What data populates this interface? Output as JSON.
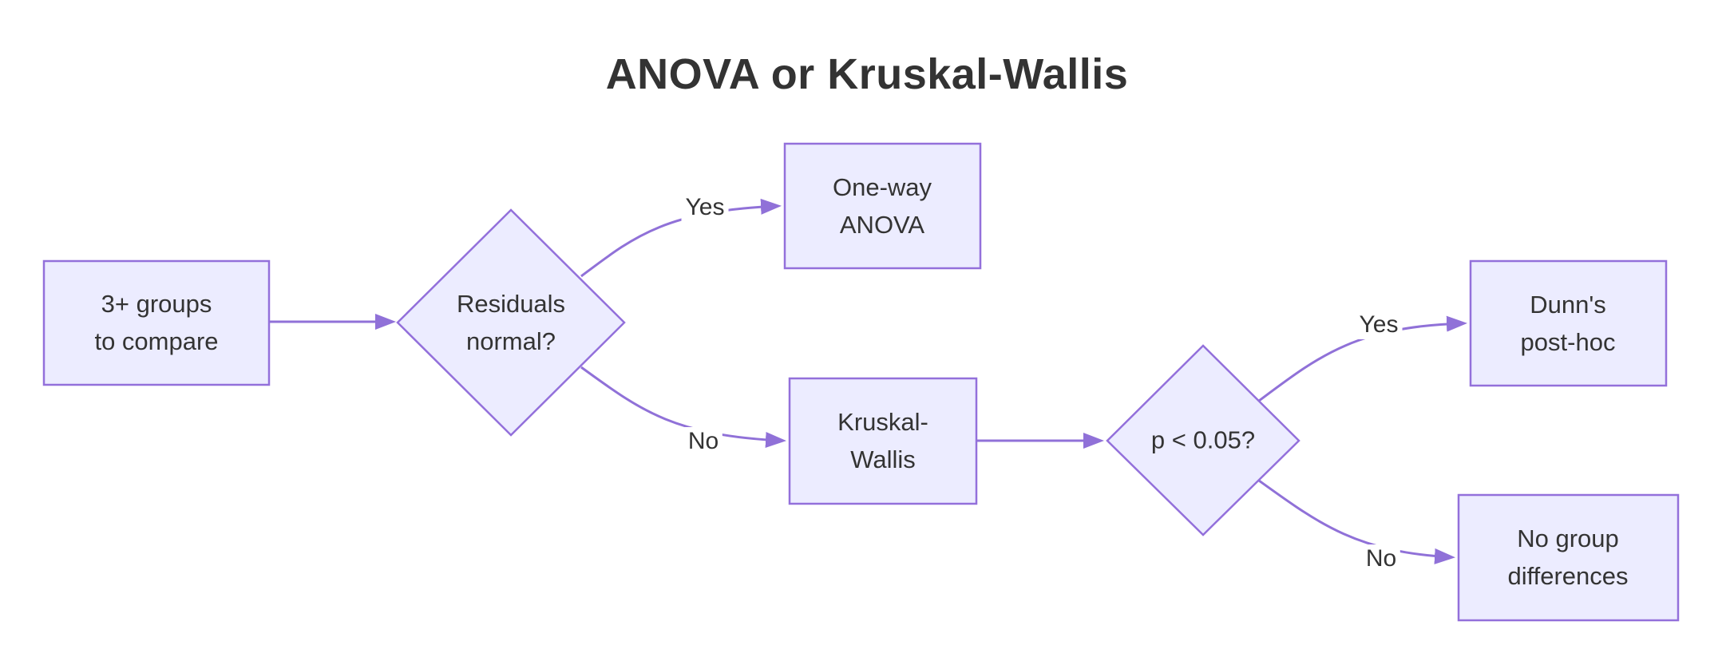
{
  "title": "ANOVA or Kruskal-Wallis",
  "colors": {
    "node_fill": "#ECECFF",
    "node_border": "#9370DB",
    "edge_line": "#9071D8",
    "text": "#333333",
    "background": "#FFFFFF"
  },
  "nodes": {
    "start": {
      "shape": "rect",
      "lines": [
        "3+ groups",
        "to compare"
      ]
    },
    "residuals_normal": {
      "shape": "diamond",
      "lines": [
        "Residuals",
        "normal?"
      ]
    },
    "one_way_anova": {
      "shape": "rect",
      "lines": [
        "One-way",
        "ANOVA"
      ]
    },
    "kruskal_wallis": {
      "shape": "rect",
      "lines": [
        "Kruskal-",
        "Wallis"
      ]
    },
    "p_lt_005": {
      "shape": "diamond",
      "lines": [
        "p < 0.05?"
      ]
    },
    "dunns_posthoc": {
      "shape": "rect",
      "lines": [
        "Dunn's",
        "post-hoc"
      ]
    },
    "no_group_differences": {
      "shape": "rect",
      "lines": [
        "No group",
        "differences"
      ]
    }
  },
  "edges": [
    {
      "from": "start",
      "to": "residuals_normal",
      "label": ""
    },
    {
      "from": "residuals_normal",
      "to": "one_way_anova",
      "label": "Yes"
    },
    {
      "from": "residuals_normal",
      "to": "kruskal_wallis",
      "label": "No"
    },
    {
      "from": "kruskal_wallis",
      "to": "p_lt_005",
      "label": ""
    },
    {
      "from": "p_lt_005",
      "to": "dunns_posthoc",
      "label": "Yes"
    },
    {
      "from": "p_lt_005",
      "to": "no_group_differences",
      "label": "No"
    }
  ]
}
